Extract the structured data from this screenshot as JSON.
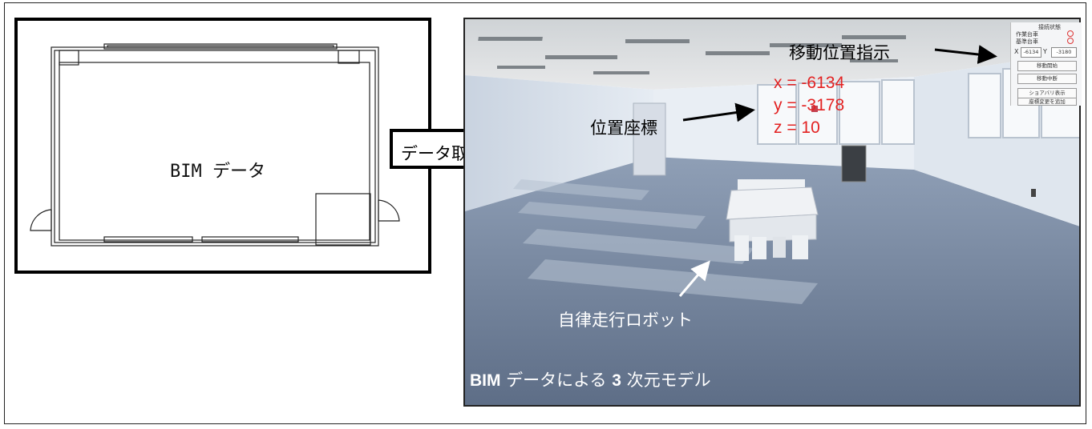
{
  "bim_panel": {
    "label": "BIM データ"
  },
  "import_arrow": {
    "label": "データ取込"
  },
  "model_view": {
    "caption_bold": "BIM",
    "caption_mid": " データによる ",
    "caption_bold2": "3",
    "caption_end": " 次元モデル",
    "coordinates": {
      "x": "x = -6134",
      "y": "y = -3178",
      "z": "z = 10"
    },
    "callouts": {
      "move_instruction": "移動位置指示",
      "position_coordinates": "位置座標",
      "robot": "自律走行ロボット"
    }
  },
  "control_panel": {
    "title": "接続状態",
    "status1": "作業台車",
    "status2": "基準台車",
    "x_label": "X",
    "x_value": "-6134",
    "y_label": "Y",
    "y_value": "-3180",
    "btn1": "移動開始",
    "btn2": "移動中断",
    "btn3": "ショアバリ表示",
    "btn4": "座標変更を追加"
  },
  "colors": {
    "coord_red": "#e32222",
    "frame": "#222222"
  }
}
